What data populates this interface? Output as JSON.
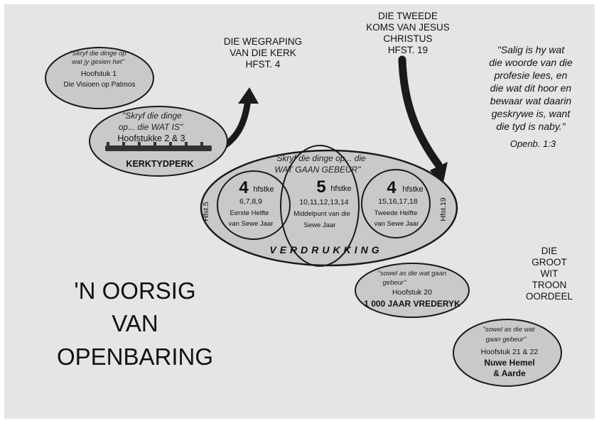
{
  "main_title": [
    "'N OORSIG",
    "VAN",
    "OPENBARING"
  ],
  "patmos": {
    "quote": [
      "\"Skryf die dinge op",
      "wat jy gesien het\""
    ],
    "chapter": "Hoofstuk 1",
    "subtitle": "Die Visioen op Patmos"
  },
  "church": {
    "quote": [
      "\"Skryf die dinge",
      "op... die WAT IS\""
    ],
    "chapter": "Hoofstukke 2 & 3",
    "label": "KERKTYDPERK"
  },
  "rapture": [
    "DIE WEGRAPING",
    "VAN DIE KERK",
    "HFST. 4"
  ],
  "second_coming": [
    "DIE TWEEDE",
    "KOMS VAN JESUS",
    "CHRISTUS",
    "HFST. 19"
  ],
  "verse": {
    "lines": [
      "\"Salig is hy wat",
      "die woorde van die",
      "profesie lees, en",
      "die wat dit hoor en",
      "bewaar wat daarin",
      "geskrywe is, want",
      "die tyd is naby.\""
    ],
    "reference": "Openb. 1:3"
  },
  "tribulation": {
    "quote": [
      "\"Skryf die dinge op... die",
      "WAT GAAN GEBEUR\""
    ],
    "left_tag": "Hfst.5",
    "right_tag": "Hfst.19",
    "label": "VERDRUKKING",
    "first_half": {
      "number": "4",
      "unit": "hfstke",
      "chapters": "6,7,8,9",
      "desc": [
        "Eerste Helfte",
        "van Sewe Jaar"
      ]
    },
    "middle": {
      "number": "5",
      "unit": "hfstke",
      "chapters": "10,11,12,13,14",
      "desc": [
        "Middelpunt van die",
        "Sewe Jaar"
      ]
    },
    "second_half": {
      "number": "4",
      "unit": "hfstke",
      "chapters": "15,16,17,18",
      "desc": [
        "Tweede Helfte",
        "van Sewe Jaar"
      ]
    }
  },
  "millennium": {
    "quote": [
      "\"sowel as die wat gaan",
      "gebeur\""
    ],
    "chapter": "Hoofstuk 20",
    "label": "1 000 JAAR VREDERYK"
  },
  "white_throne": [
    "DIE",
    "GROOT",
    "WIT",
    "TROON",
    "OORDEEL"
  ],
  "new_heaven": {
    "quote": [
      "\"sowel as die wat",
      "gaan gebeur\""
    ],
    "chapter": "Hoofstuk 21 & 22",
    "label": [
      "Nuwe Hemel",
      "& Aarde"
    ]
  },
  "colors": {
    "background": "#e5e5e5",
    "ellipse_fill": "#c9c9c9",
    "outline": "#1a1a1a"
  }
}
